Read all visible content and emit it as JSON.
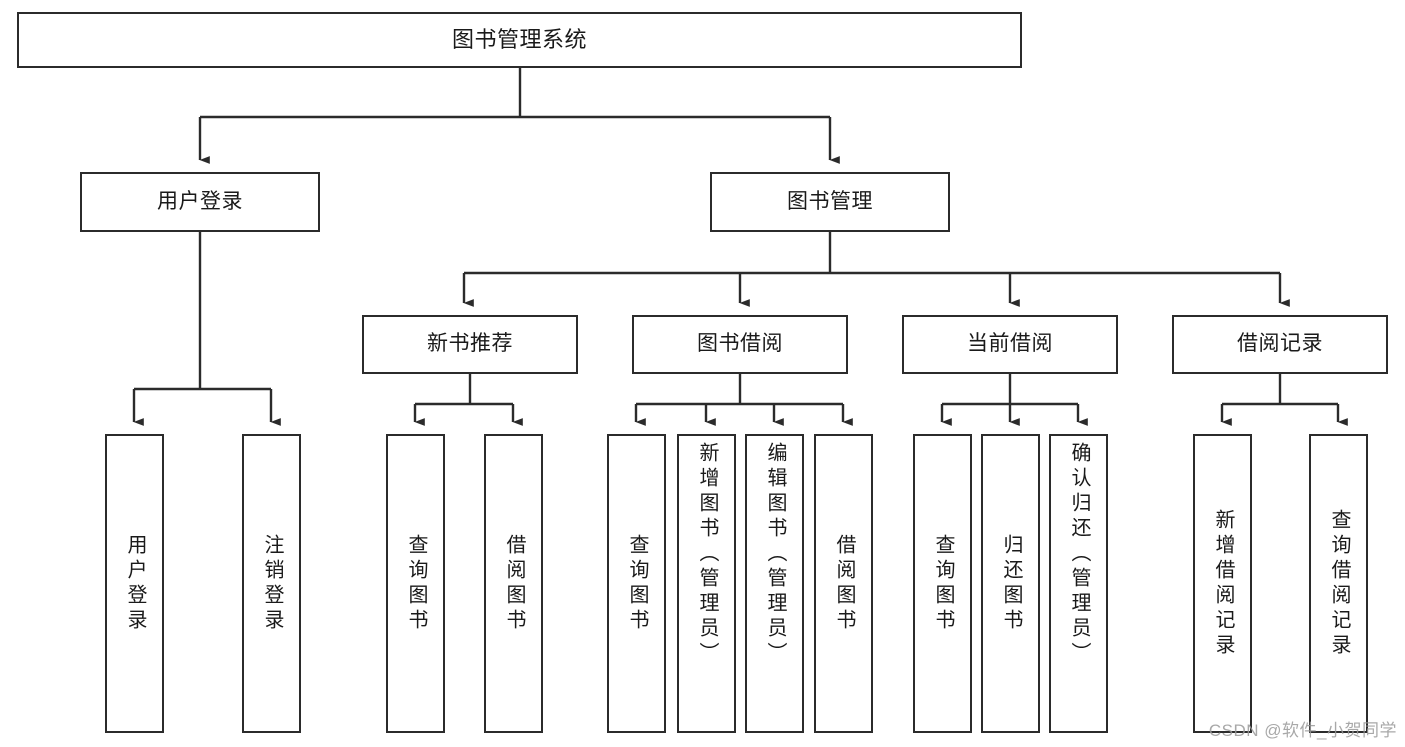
{
  "diagram": {
    "title": "图书管理系统",
    "type": "tree-hierarchy",
    "colors": {
      "box_border": "#2b2b2b",
      "box_fill": "#ffffff",
      "edge": "#2b2b2b",
      "text": "#1a1a1a",
      "watermark": "#9a9a9a",
      "background": "#ffffff"
    }
  },
  "watermark": {
    "text": "CSDN @软件_小贺同学"
  },
  "nodes": {
    "root": {
      "label": "图书管理系统"
    },
    "level2": [
      {
        "id": "user-login",
        "label": "用户登录"
      },
      {
        "id": "book-manage",
        "label": "图书管理"
      }
    ],
    "level3": [
      {
        "id": "new-book-rec",
        "label": "新书推荐"
      },
      {
        "id": "book-borrow",
        "label": "图书借阅"
      },
      {
        "id": "current-borrow",
        "label": "当前借阅"
      },
      {
        "id": "borrow-record",
        "label": "借阅记录"
      }
    ],
    "leaves": [
      {
        "id": "leaf-user-login",
        "label": "用户登录",
        "parent": "user-login"
      },
      {
        "id": "leaf-user-logout",
        "label": "注销登录",
        "parent": "user-login"
      },
      {
        "id": "leaf-rec-query-book",
        "label": "查询图书",
        "parent": "new-book-rec"
      },
      {
        "id": "leaf-rec-borrow-book",
        "label": "借阅图书",
        "parent": "new-book-rec"
      },
      {
        "id": "leaf-borrow-query-book",
        "label": "查询图书",
        "parent": "book-borrow"
      },
      {
        "id": "leaf-borrow-add-book",
        "label": "新增图书（管理员）",
        "parent": "book-borrow"
      },
      {
        "id": "leaf-borrow-edit-book",
        "label": "编辑图书（管理员）",
        "parent": "book-borrow"
      },
      {
        "id": "leaf-borrow-lend-book",
        "label": "借阅图书",
        "parent": "book-borrow"
      },
      {
        "id": "leaf-current-query-book",
        "label": "查询图书",
        "parent": "current-borrow"
      },
      {
        "id": "leaf-current-return-book",
        "label": "归还图书",
        "parent": "current-borrow"
      },
      {
        "id": "leaf-current-confirm-return",
        "label": "确认归还（管理员）",
        "parent": "current-borrow"
      },
      {
        "id": "leaf-record-add",
        "label": "新增借阅记录",
        "parent": "borrow-record"
      },
      {
        "id": "leaf-record-query",
        "label": "查询借阅记录",
        "parent": "borrow-record"
      }
    ]
  }
}
